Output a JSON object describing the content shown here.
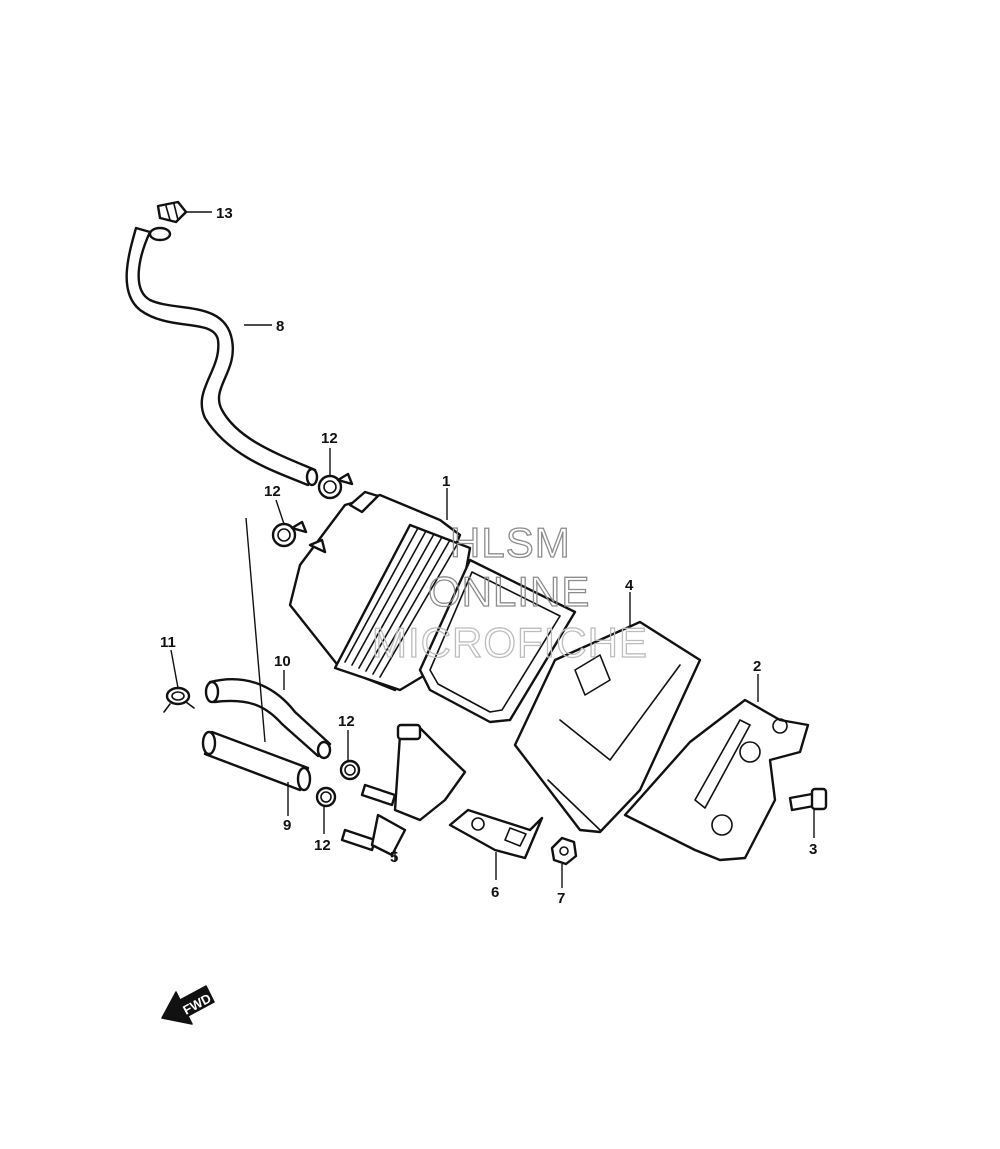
{
  "callouts": {
    "c1": "1",
    "c2": "2",
    "c3": "3",
    "c4": "4",
    "c5": "5",
    "c6": "6",
    "c7": "7",
    "c8": "8",
    "c9": "9",
    "c10": "10",
    "c11": "11",
    "c12a": "12",
    "c12b": "12",
    "c12c": "12",
    "c12d": "12",
    "c13": "13"
  },
  "watermark": {
    "line1": "HLSM",
    "line2": "ONLINE",
    "line3": "MICROFICHE"
  },
  "fwd_label": "FWD",
  "colors": {
    "line": "#111111",
    "watermark": "#8c8c8c",
    "background": "#ffffff"
  }
}
